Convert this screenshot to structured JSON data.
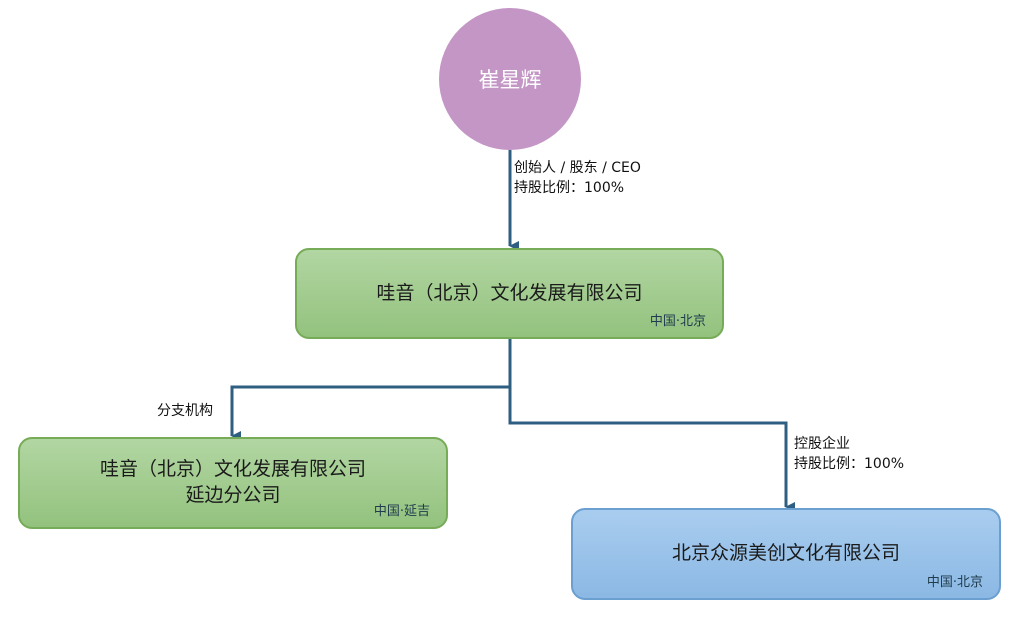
{
  "nodes": {
    "founder": {
      "name": "崔星辉",
      "color": "#c496c6"
    },
    "parent": {
      "name": "哇音（北京）文化发展有限公司",
      "location": "中国·北京",
      "color": "#a3cc90"
    },
    "branch": {
      "name_line1": "哇音（北京）文化发展有限公司",
      "name_line2": "延边分公司",
      "location": "中国·延吉",
      "color": "#a3cc90"
    },
    "subsidiary": {
      "name": "北京众源美创文化有限公司",
      "location": "中国·北京",
      "color": "#9ac3ea"
    }
  },
  "edges": {
    "founder_to_parent": {
      "line1": "创始人 / 股东 / CEO",
      "line2": "持股比例：100%"
    },
    "parent_to_branch": {
      "line1": "分支机构"
    },
    "parent_to_subsidiary": {
      "line1": "控股企业",
      "line2": "持股比例：100%"
    }
  },
  "colors": {
    "connector": "#2f5f80"
  }
}
